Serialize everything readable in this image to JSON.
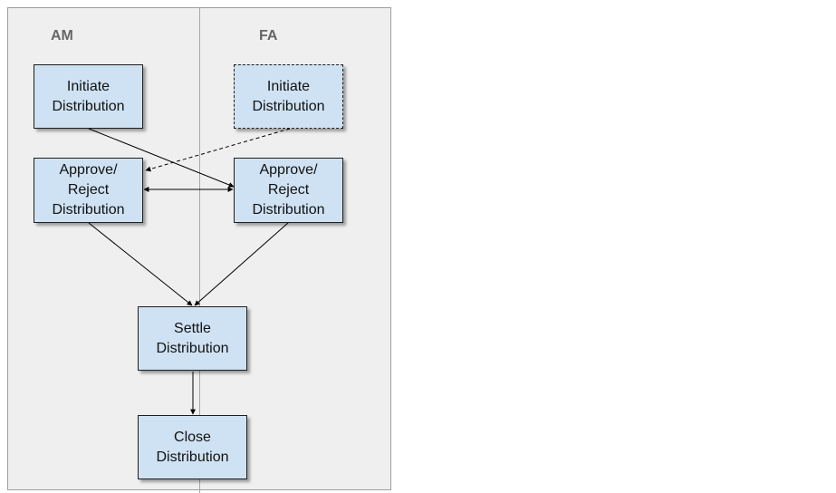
{
  "lanes": {
    "am_label": "AM",
    "fa_label": "FA"
  },
  "nodes": {
    "am_initiate": "Initiate\nDistribution",
    "fa_initiate": "Initiate\nDistribution",
    "am_approve": "Approve/\nReject\nDistribution",
    "fa_approve": "Approve/\nReject\nDistribution",
    "settle": "Settle\nDistribution",
    "close": "Close\nDistribution"
  },
  "colors": {
    "panel_background": "#efefef",
    "node_fill": "#cfe2f3",
    "node_border": "#1f1f1f",
    "connector": "#000000",
    "lane_label": "#666666"
  }
}
